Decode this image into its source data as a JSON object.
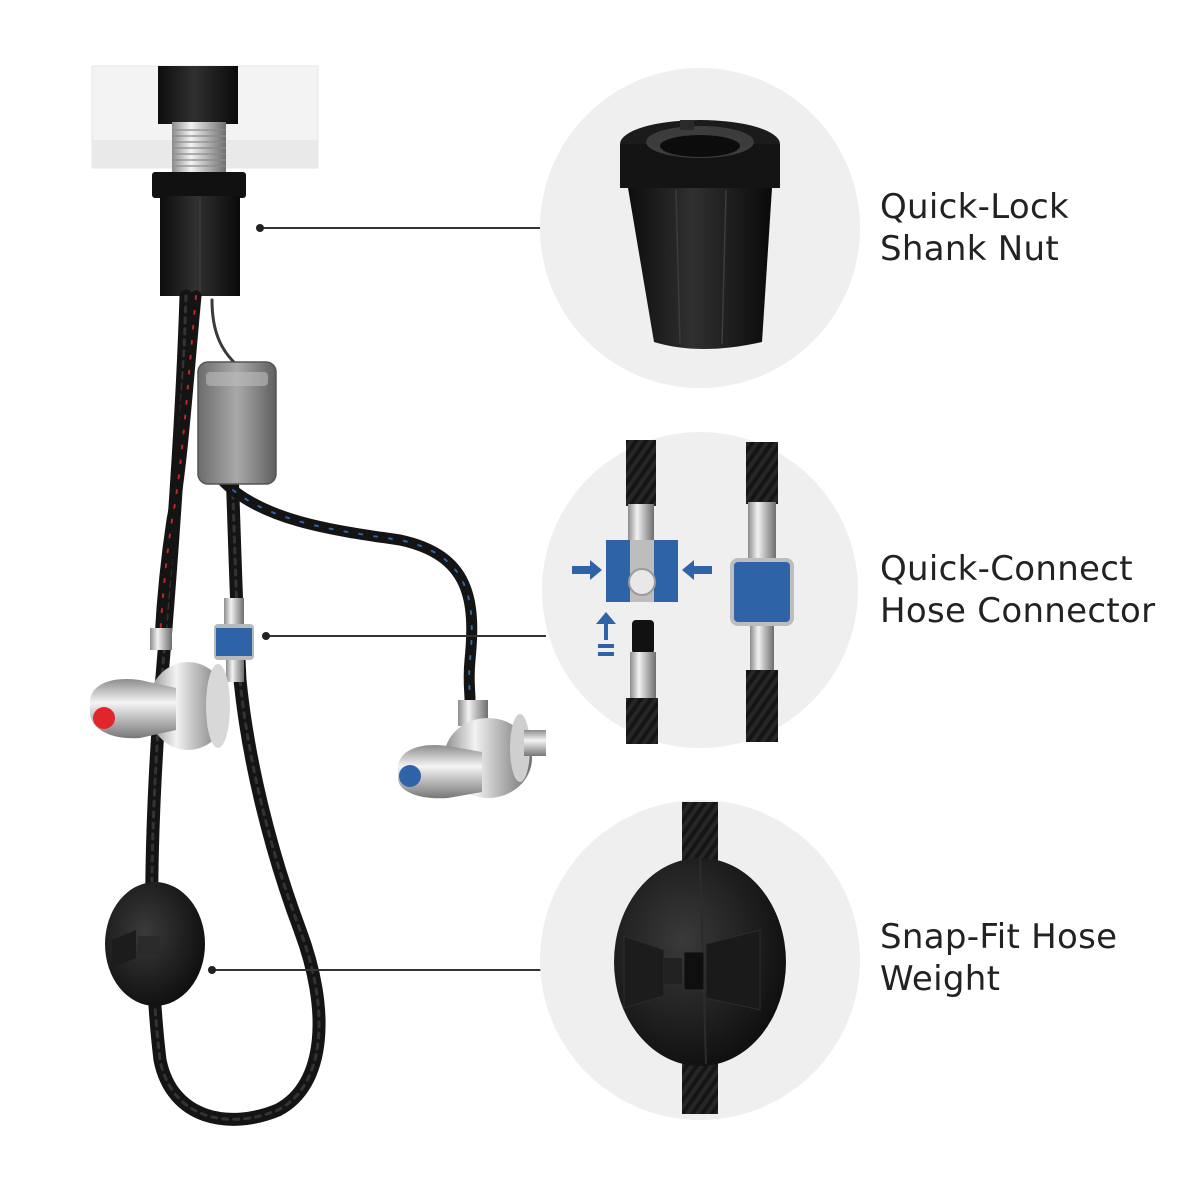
{
  "callouts": [
    {
      "id": "shank-nut",
      "line1": "Quick-Lock",
      "line2": "Shank Nut"
    },
    {
      "id": "hose-connector",
      "line1": "Quick-Connect",
      "line2": "Hose Connector"
    },
    {
      "id": "hose-weight",
      "line1": "Snap-Fit Hose",
      "line2": "Weight"
    }
  ],
  "colors": {
    "circle_bg": "#efefef",
    "hose": "#161616",
    "accent_blue": "#2f63a8",
    "accent_red": "#e0252b",
    "chrome": "#c9c9c9",
    "leader_line": "#333333",
    "label_text": "#222222"
  }
}
